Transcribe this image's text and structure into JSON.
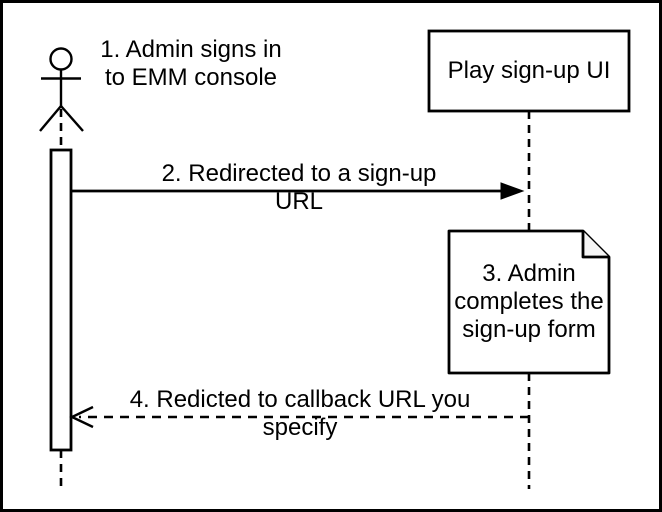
{
  "diagram": {
    "type": "sequence-diagram",
    "step1_label": "1. Admin signs in\nto EMM console",
    "participant_label": "Play sign-up UI",
    "message2_label": "2. Redirected to a sign-up URL",
    "note_label": "3. Admin\ncompletes the\nsign-up form",
    "message4_label": "4. Redicted to callback URL you specify",
    "colors": {
      "stroke": "#000000",
      "shape_fill": "#ffffff",
      "note_fold_fill": "#f5f5f5",
      "background": "#ffffff"
    }
  }
}
